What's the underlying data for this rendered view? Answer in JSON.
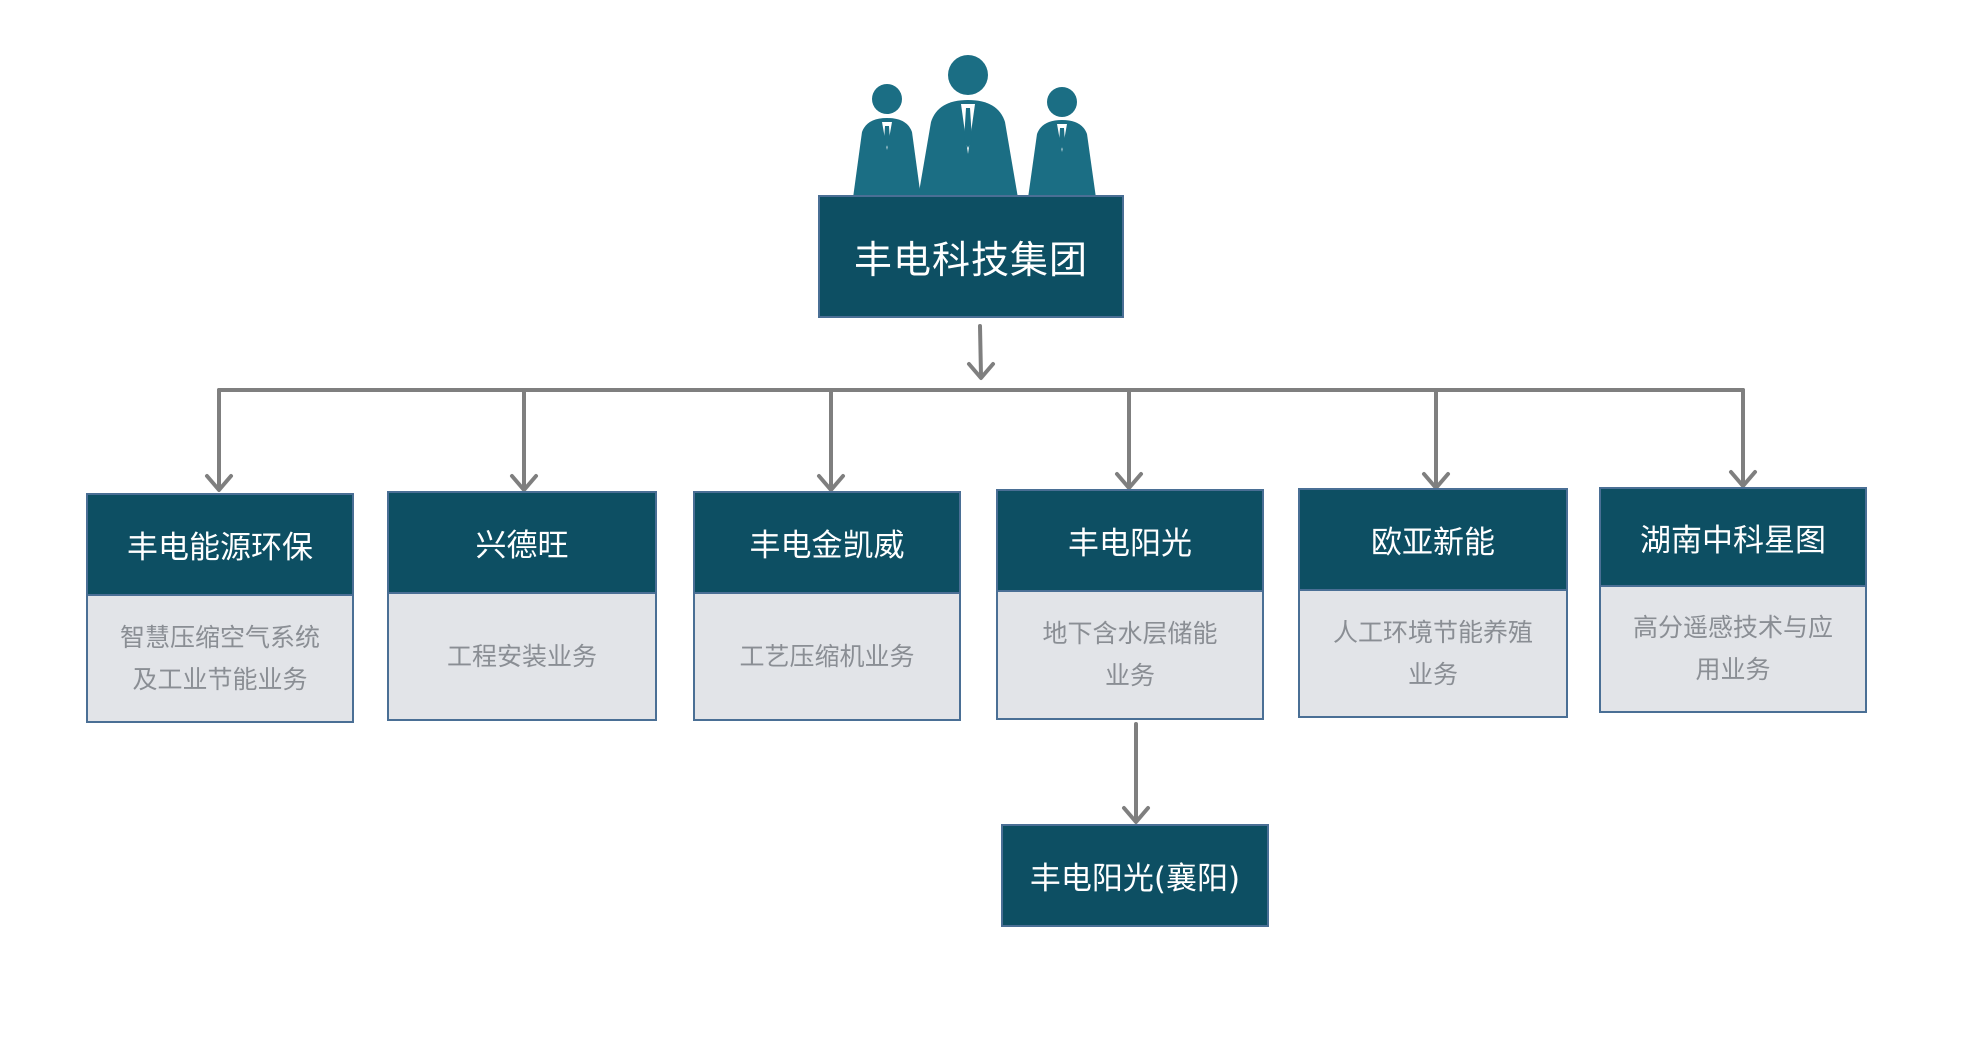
{
  "colors": {
    "header_fill": "#0d4f63",
    "header_text": "#ffffff",
    "desc_fill": "#e2e4e8",
    "desc_text": "#8a8e94",
    "border": "#4a6f95",
    "connector": "#7f7f7f",
    "people_icon": "#1b6e84"
  },
  "icon": "business-people-group-icon",
  "root": {
    "label": "丰电科技集团"
  },
  "children": [
    {
      "label": "丰电能源环保",
      "desc_lines": [
        "智慧压缩空气系统",
        "及工业节能业务"
      ]
    },
    {
      "label": "兴德旺",
      "desc_lines": [
        "工程安装业务"
      ]
    },
    {
      "label": "丰电金凯威",
      "desc_lines": [
        "工艺压缩机业务"
      ]
    },
    {
      "label": "丰电阳光",
      "desc_lines": [
        "地下含水层储能",
        "业务"
      ]
    },
    {
      "label": "欧亚新能",
      "desc_lines": [
        "人工环境节能养殖",
        "业务"
      ]
    },
    {
      "label": "湖南中科星图",
      "desc_lines": [
        "高分遥感技术与应",
        "用业务"
      ]
    }
  ],
  "sub": {
    "label": "丰电阳光(襄阳)"
  }
}
